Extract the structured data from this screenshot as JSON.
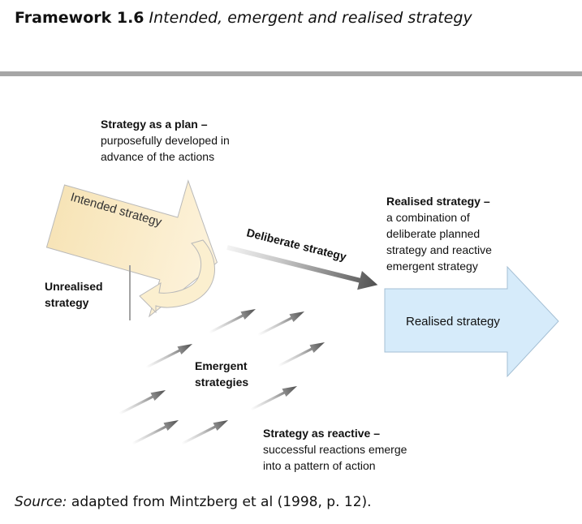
{
  "header": {
    "framework_number": "Framework 1.6",
    "framework_title": "Intended, emergent and realised strategy"
  },
  "diagram": {
    "plan_note": {
      "heading": "Strategy as a plan –",
      "lines": [
        "purposefully developed in",
        "advance of the actions"
      ]
    },
    "intended_label": "Intended strategy",
    "unrealised_label": [
      "Unrealised",
      "strategy"
    ],
    "deliberate_label": "Deliberate strategy",
    "realised_note": {
      "heading": "Realised strategy –",
      "lines": [
        "a combination of",
        "deliberate planned",
        "strategy and reactive",
        "emergent strategy"
      ]
    },
    "realised_label": "Realised strategy",
    "emergent_label": [
      "Emergent",
      "strategies"
    ],
    "reactive_note": {
      "heading": "Strategy as reactive –",
      "lines": [
        "successful reactions emerge",
        "into a pattern of action"
      ]
    },
    "colors": {
      "intended_fill": "#fbefcf",
      "realised_fill": "#d6ebfa",
      "arrow_gray": "#555555"
    }
  },
  "source": {
    "prefix": "Source:",
    "text": "adapted from Mintzberg et al (1998, p. 12)."
  }
}
